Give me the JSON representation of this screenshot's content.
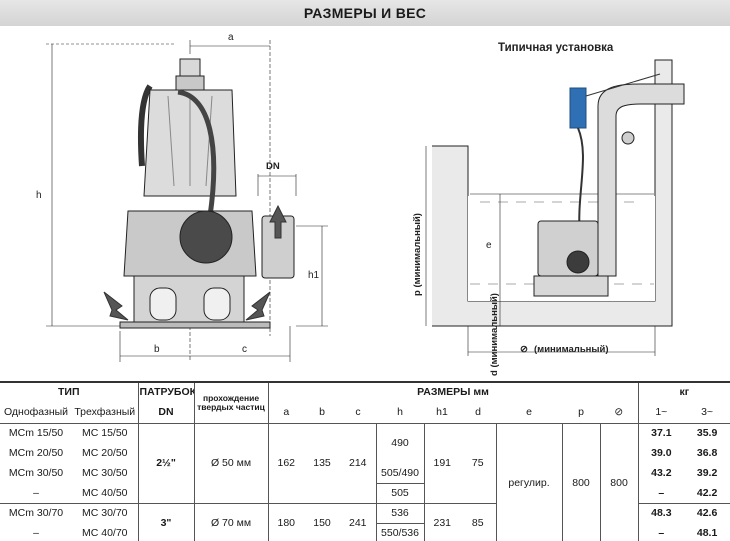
{
  "header": {
    "title": "РАЗМЕРЫ И ВЕС"
  },
  "drawing": {
    "labels": {
      "a": "a",
      "b": "b",
      "c": "c",
      "h": "h",
      "h1": "h1",
      "dn": "DN",
      "install_title": "Типичная установка",
      "p_min": "p (минимальный)",
      "d_min": "d (минимальный)",
      "e": "e",
      "square_min": "(минимальный)",
      "square_symbol": "⊘"
    }
  },
  "table": {
    "headers": {
      "type": "ТИП",
      "outlet_line1": "ПАТРУБОК",
      "outlet_line2": "DN",
      "solids_line1": "прохождение",
      "solids_line2": "твердых частиц",
      "dims": "РАЗМЕРЫ  мм",
      "kg": "кг",
      "single_phase": "Однофазный",
      "three_phase": "Трехфазный",
      "col_a": "a",
      "col_b": "b",
      "col_c": "c",
      "col_h": "h",
      "col_h1": "h1",
      "col_d": "d",
      "col_e": "e",
      "col_p": "p",
      "col_sq": "⊘",
      "kg1": "1~",
      "kg3": "3~"
    },
    "rows": [
      {
        "single": "MCm 15/50",
        "three": "MC 15/50",
        "h": "490",
        "kg1": "37.1",
        "kg3": "35.9"
      },
      {
        "single": "MCm 20/50",
        "three": "MC 20/50",
        "h": "490",
        "kg1": "39.0",
        "kg3": "36.8"
      },
      {
        "single": "MCm 30/50",
        "three": "MC 30/50",
        "h": "505/490",
        "kg1": "43.2",
        "kg3": "39.2"
      },
      {
        "single": "–",
        "three": "MC 40/50",
        "h": "505",
        "kg1": "–",
        "kg3": "42.2"
      },
      {
        "single": "MCm 30/70",
        "three": "MC 30/70",
        "h": "536",
        "kg1": "48.3",
        "kg3": "42.6"
      },
      {
        "single": "–",
        "three": "MC 40/70",
        "h": "550/536",
        "kg1": "–",
        "kg3": "48.1"
      }
    ],
    "group50": {
      "dn": "2½\"",
      "solids": "Ø 50 мм",
      "a": "162",
      "b": "135",
      "c": "214",
      "h1": "191",
      "d": "75"
    },
    "group70": {
      "dn": "3\"",
      "solids": "Ø 70 мм",
      "a": "180",
      "b": "150",
      "c": "241",
      "h1": "231",
      "d": "85"
    },
    "shared": {
      "e": "регулир.",
      "p": "800",
      "sq": "800"
    }
  }
}
